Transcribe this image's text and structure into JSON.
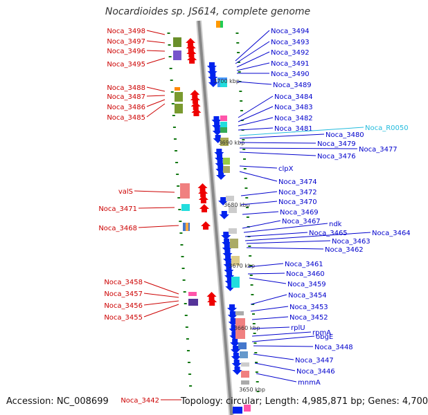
{
  "header": {
    "title": "Nocardioides sp. JS614, complete genome"
  },
  "footer": {
    "accession": "Accession: NC_008699",
    "summary": "Topology: circular; Length: 4,985,871 bp; Genes: 4,700"
  },
  "colors": {
    "left_label": "#cc0000",
    "right_label": "#0000cc",
    "rna_label": "#22bbdd",
    "forward_arrow": "#ee0000",
    "reverse_arrow": "#0022ee",
    "backbone": "#888888",
    "tick": "#117711"
  },
  "scale_labels": [
    "3700 kbp",
    "3690 kbp",
    "3680 kbp",
    "3670 kbp",
    "3660 kbp",
    "3650 kbp"
  ],
  "left_labels": [
    "Noca_3498",
    "Noca_3497",
    "Noca_3496",
    "Noca_3495",
    "Noca_3488",
    "Noca_3487",
    "Noca_3486",
    "Noca_3485",
    "valS",
    "Noca_3471",
    "Noca_3468",
    "Noca_3458",
    "Noca_3457",
    "Noca_3456",
    "Noca_3455",
    "Noca_3442"
  ],
  "right_labels": [
    "Noca_3494",
    "Noca_3493",
    "Noca_3492",
    "Noca_3491",
    "Noca_3490",
    "Noca_3489",
    "Noca_3484",
    "Noca_3483",
    "Noca_3482",
    "Noca_3481",
    "Noca_R0050",
    "Noca_3480",
    "Noca_3479",
    "Noca_3477",
    "Noca_3476",
    "clpX",
    "Noca_3474",
    "Noca_3472",
    "Noca_3470",
    "Noca_3469",
    "Noca_3467",
    "ndk",
    "Noca_3465",
    "Noca_3464",
    "Noca_3463",
    "Noca_3462",
    "Noca_3461",
    "Noca_3460",
    "Noca_3459",
    "Noca_3454",
    "Noca_3453",
    "Noca_3452",
    "rplU",
    "rpmA",
    "obgE",
    "Noca_3448",
    "Noca_3447",
    "Noca_3446",
    "mnmA"
  ]
}
